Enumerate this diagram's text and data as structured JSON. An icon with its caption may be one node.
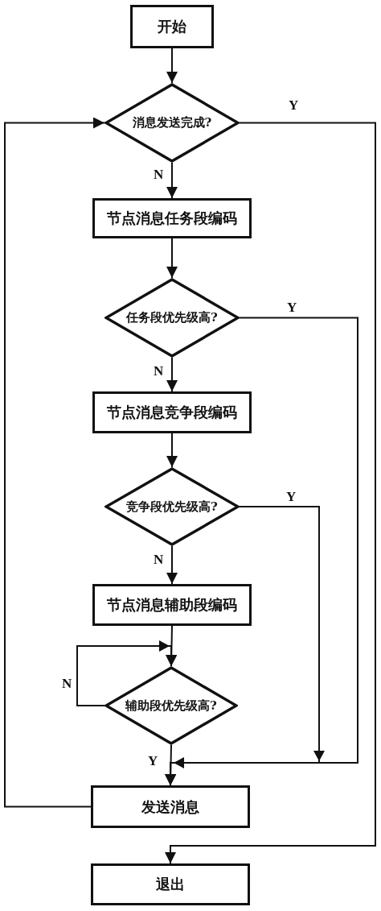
{
  "diagram": {
    "nodes": [
      {
        "text": [
          "开始"
        ]
      },
      {
        "text": [
          "消息发送完成?"
        ]
      },
      {
        "text": [
          "节点消息任务段编码"
        ]
      },
      {
        "text": [
          "任务段优先级高?"
        ]
      },
      {
        "text": [
          "节点消息竞争段编码"
        ]
      },
      {
        "text": [
          "竞争段优先级高?"
        ]
      },
      {
        "text": [
          "节点消息辅助段编码"
        ]
      },
      {
        "text": [
          "辅助段优先级高?"
        ]
      },
      {
        "text": [
          "发送消息"
        ]
      },
      {
        "text": [
          "退出"
        ]
      }
    ],
    "edges": [
      {
        "from": 0,
        "to": 1,
        "arrow": "to"
      },
      {
        "from": 1,
        "to": 2,
        "arrow": "to",
        "label": "N"
      },
      {
        "from": 2,
        "to": 3,
        "arrow": "to"
      },
      {
        "from": 3,
        "to": 4,
        "arrow": "to",
        "label": "N"
      },
      {
        "from": 4,
        "to": 5,
        "arrow": "to"
      },
      {
        "from": 5,
        "to": 6,
        "arrow": "to",
        "label": "N"
      },
      {
        "from": 6,
        "to": 7,
        "arrow": "to"
      },
      {
        "from": 7,
        "to": 7,
        "arrow": "to",
        "label": "N"
      },
      {
        "from": 7,
        "to": 8,
        "arrow": "to",
        "label": "Y"
      },
      {
        "from": 3,
        "to": 8,
        "arrow": "to",
        "label": "Y"
      },
      {
        "from": 5,
        "to": 8,
        "arrow": "to",
        "label": "Y"
      },
      {
        "from": 8,
        "to": 1,
        "arrow": "to"
      },
      {
        "from": 1,
        "to": 9,
        "arrow": "to",
        "label": "Y"
      }
    ]
  }
}
